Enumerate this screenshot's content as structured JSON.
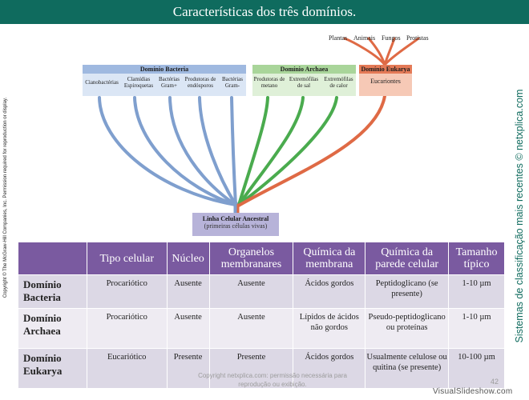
{
  "title": "Características dos três domínios.",
  "left_copyright": "Copyright © The McGraw-Hill Companies, Inc. Permission required for reproduction or display.",
  "right_side_text": "Sistemas de classificação mais recentes © netxplica.com",
  "tree": {
    "top_labels": [
      "Plantas",
      "Animais",
      "Fungos",
      "Protistas"
    ],
    "bacteria": {
      "header": "Domínio Bacteria",
      "groups": [
        "Cianobactérias",
        "Clamídias Espiroquetas",
        "Bactérias Gram+",
        "Produtoras de endósporos",
        "Bactérias Gram-"
      ]
    },
    "archaea": {
      "header": "Domínio Archaea",
      "groups": [
        "Produtoras de metano",
        "Extremófilas de sal",
        "Extremófilas de calor"
      ]
    },
    "eukarya": {
      "header": "Domínio Eukarya",
      "groups": [
        "Eucariontes"
      ]
    },
    "root_line1": "Linha Celular Ancestral",
    "root_line2": "(primeiras células vivas)",
    "colors": {
      "bacteria": "#7f9fce",
      "archaea": "#4aab4e",
      "eukarya": "#df6a45"
    }
  },
  "table": {
    "headers": [
      "",
      "Tipo celular",
      "Núcleo",
      "Organelos membranares",
      "Química da membrana",
      "Química da parede celular",
      "Tamanho típico"
    ],
    "rows": [
      [
        "Domínio Bacteria",
        "Procariótico",
        "Ausente",
        "Ausente",
        "Ácidos gordos",
        "Peptidoglicano (se presente)",
        "1-10 µm"
      ],
      [
        "Domínio Archaea",
        "Procariótico",
        "Ausente",
        "Ausente",
        "Lípidos de ácidos não gordos",
        "Pseudo-peptidoglicano ou proteínas",
        "1-10 µm"
      ],
      [
        "Domínio Eukarya",
        "Eucariótico",
        "Presente",
        "Presente",
        "Ácidos gordos",
        "Usualmente celulose ou quitina (se presente)",
        "10-100 µm"
      ]
    ]
  },
  "watermark": "Copyright netxplica.com: permissão necessária para reprodução ou exibição.",
  "page_number": "42",
  "site_mark": "VisualSlideshow.com"
}
